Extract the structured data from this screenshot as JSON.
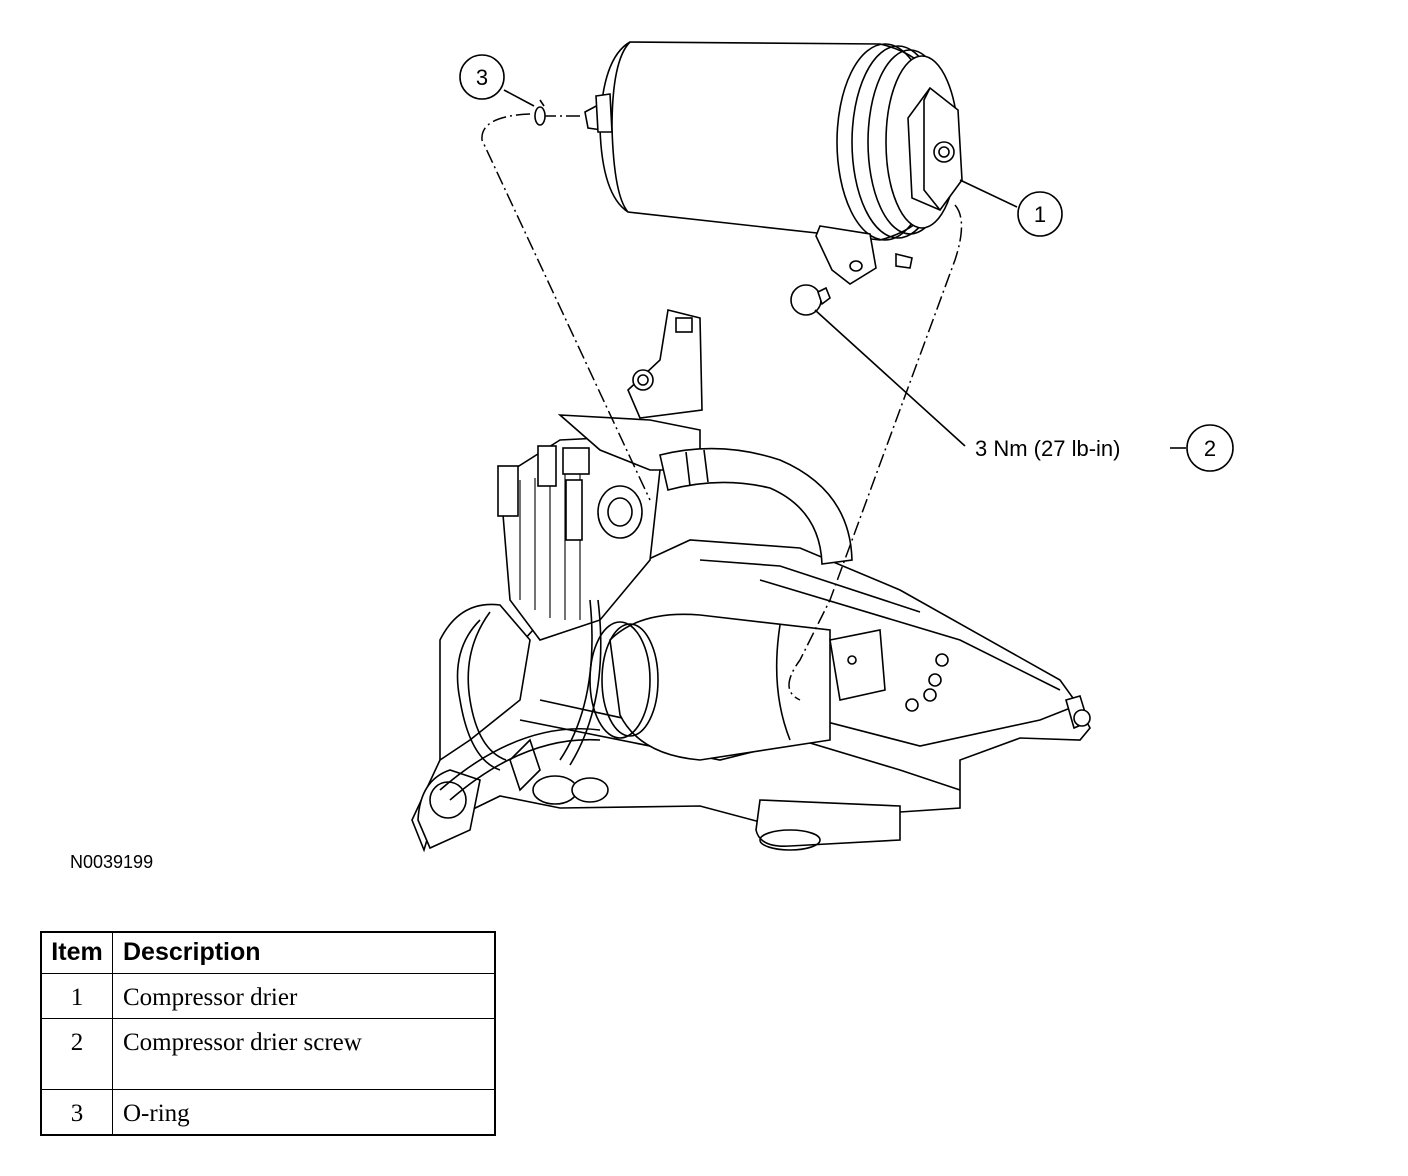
{
  "callouts": {
    "c1": "1",
    "c2": "2",
    "c3": "3",
    "torque": "3 Nm (27 lb-in)"
  },
  "figure_id": "N0039199",
  "legend": {
    "headers": {
      "item": "Item",
      "description": "Description"
    },
    "rows": [
      {
        "item": "1",
        "description": "Compressor drier"
      },
      {
        "item": "2",
        "description": "Compressor drier screw"
      },
      {
        "item": "3",
        "description": "O-ring"
      }
    ]
  }
}
